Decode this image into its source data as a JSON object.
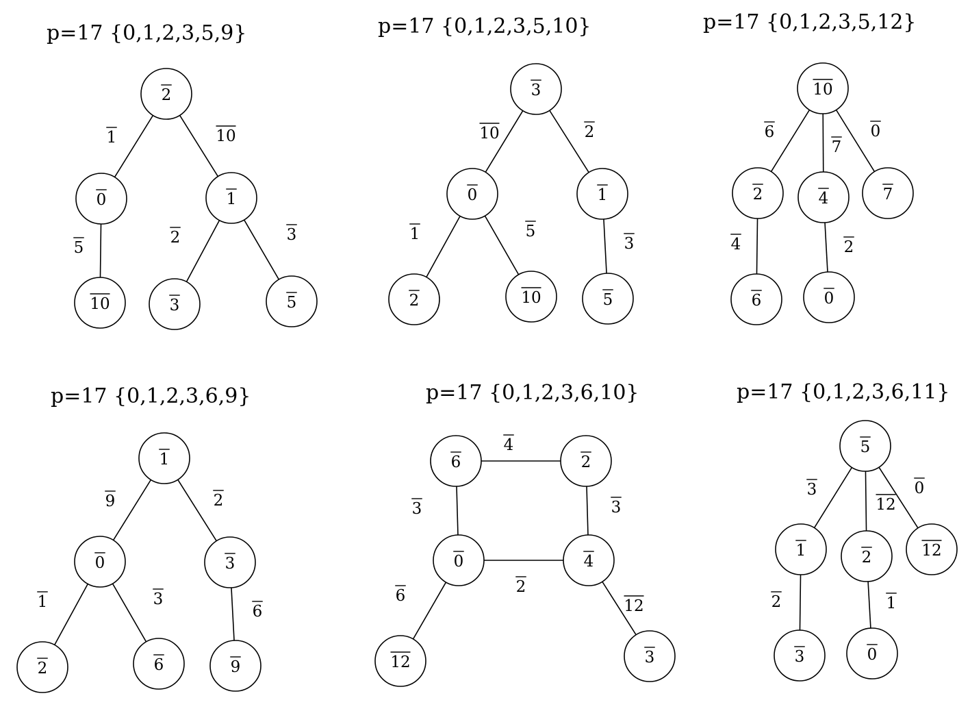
{
  "graphs": [
    {
      "title": "p=17 {0,1,2,3,5,9}",
      "nodes": [
        {
          "id": "a",
          "label": "2"
        },
        {
          "id": "b",
          "label": "0"
        },
        {
          "id": "c",
          "label": "1"
        },
        {
          "id": "d",
          "label": "10"
        },
        {
          "id": "e",
          "label": "3"
        },
        {
          "id": "f",
          "label": "5"
        }
      ],
      "edges": [
        {
          "from": "a",
          "to": "b",
          "label": "1"
        },
        {
          "from": "a",
          "to": "c",
          "label": "10"
        },
        {
          "from": "b",
          "to": "d",
          "label": "5"
        },
        {
          "from": "c",
          "to": "e",
          "label": "2"
        },
        {
          "from": "c",
          "to": "f",
          "label": "3"
        }
      ]
    },
    {
      "title": "p=17 {0,1,2,3,5,10}",
      "nodes": [
        {
          "id": "a",
          "label": "3"
        },
        {
          "id": "b",
          "label": "0"
        },
        {
          "id": "c",
          "label": "1"
        },
        {
          "id": "d",
          "label": "2"
        },
        {
          "id": "e",
          "label": "10"
        },
        {
          "id": "f",
          "label": "5"
        }
      ],
      "edges": [
        {
          "from": "a",
          "to": "b",
          "label": "10"
        },
        {
          "from": "a",
          "to": "c",
          "label": "2"
        },
        {
          "from": "b",
          "to": "d",
          "label": "1"
        },
        {
          "from": "b",
          "to": "e",
          "label": "5"
        },
        {
          "from": "c",
          "to": "f",
          "label": "3"
        }
      ]
    },
    {
      "title": "p=17 {0,1,2,3,5,12}",
      "nodes": [
        {
          "id": "a",
          "label": "10"
        },
        {
          "id": "b",
          "label": "2"
        },
        {
          "id": "c",
          "label": "4"
        },
        {
          "id": "d",
          "label": "7"
        },
        {
          "id": "e",
          "label": "6"
        },
        {
          "id": "f",
          "label": "0"
        }
      ],
      "edges": [
        {
          "from": "a",
          "to": "b",
          "label": "6"
        },
        {
          "from": "a",
          "to": "c",
          "label": "7"
        },
        {
          "from": "a",
          "to": "d",
          "label": "0"
        },
        {
          "from": "b",
          "to": "e",
          "label": "4"
        },
        {
          "from": "c",
          "to": "f",
          "label": "2"
        }
      ]
    },
    {
      "title": "p=17 {0,1,2,3,6,9}",
      "nodes": [
        {
          "id": "a",
          "label": "1"
        },
        {
          "id": "b",
          "label": "0"
        },
        {
          "id": "c",
          "label": "3"
        },
        {
          "id": "d",
          "label": "2"
        },
        {
          "id": "e",
          "label": "6"
        },
        {
          "id": "f",
          "label": "9"
        }
      ],
      "edges": [
        {
          "from": "a",
          "to": "b",
          "label": "9"
        },
        {
          "from": "a",
          "to": "c",
          "label": "2"
        },
        {
          "from": "b",
          "to": "d",
          "label": "1"
        },
        {
          "from": "b",
          "to": "e",
          "label": "3"
        },
        {
          "from": "c",
          "to": "f",
          "label": "6"
        }
      ]
    },
    {
      "title": "p=17 {0,1,2,3,6,10}",
      "nodes": [
        {
          "id": "a",
          "label": "6"
        },
        {
          "id": "b",
          "label": "2"
        },
        {
          "id": "c",
          "label": "0"
        },
        {
          "id": "d",
          "label": "4"
        },
        {
          "id": "e",
          "label": "12"
        },
        {
          "id": "f",
          "label": "3"
        }
      ],
      "edges": [
        {
          "from": "a",
          "to": "b",
          "label": "4"
        },
        {
          "from": "a",
          "to": "c",
          "label": "3"
        },
        {
          "from": "b",
          "to": "d",
          "label": "3"
        },
        {
          "from": "c",
          "to": "d",
          "label": "2"
        },
        {
          "from": "c",
          "to": "e",
          "label": "6"
        },
        {
          "from": "d",
          "to": "f",
          "label": "12"
        }
      ]
    },
    {
      "title": "p=17 {0,1,2,3,6,11}",
      "nodes": [
        {
          "id": "a",
          "label": "5"
        },
        {
          "id": "b",
          "label": "1"
        },
        {
          "id": "c",
          "label": "2"
        },
        {
          "id": "d",
          "label": "12"
        },
        {
          "id": "e",
          "label": "3"
        },
        {
          "id": "f",
          "label": "0"
        }
      ],
      "edges": [
        {
          "from": "a",
          "to": "b",
          "label": "3"
        },
        {
          "from": "a",
          "to": "c",
          "label": "12"
        },
        {
          "from": "a",
          "to": "d",
          "label": "0"
        },
        {
          "from": "b",
          "to": "e",
          "label": "2"
        },
        {
          "from": "c",
          "to": "f",
          "label": "1"
        }
      ]
    }
  ]
}
